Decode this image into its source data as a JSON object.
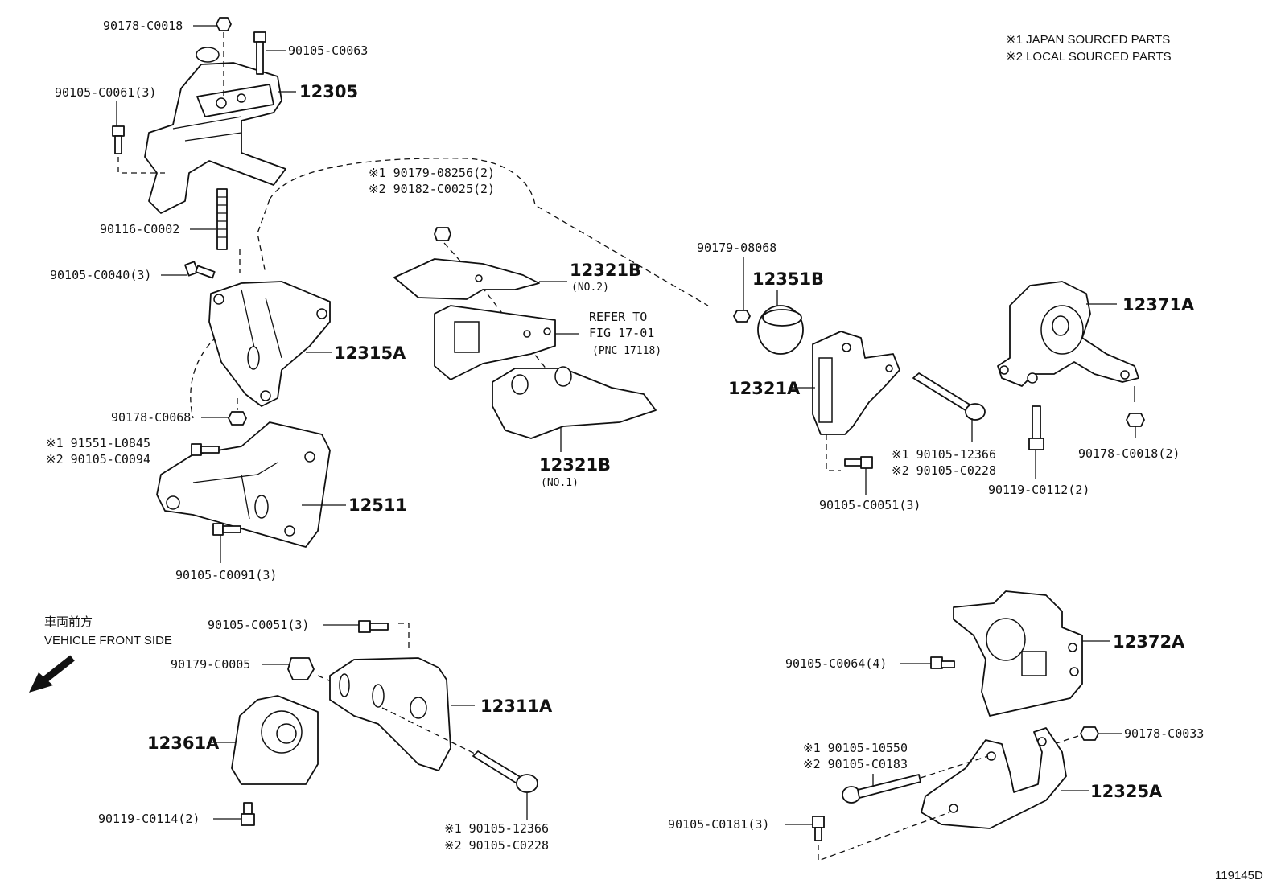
{
  "legend": {
    "line1": "※1 JAPAN SOURCED PARTS",
    "line2": "※2 LOCAL SOURCED PARTS"
  },
  "orientation": {
    "jp": "車両前方",
    "en": "VEHICLE FRONT SIDE"
  },
  "figure_id": "119145D",
  "labels": {
    "p90178_C0018": "90178-C0018",
    "p90105_C0063": "90105-C0063",
    "p90105_C0061": "90105-C0061(3)",
    "p12305": "12305",
    "p90116_C0002": "90116-C0002",
    "p90105_C0040": "90105-C0040(3)",
    "p12315A": "12315A",
    "p90178_C0068": "90178-C0068",
    "p91551_L0845": "※1 91551-L0845",
    "p90105_C0094": "※2 90105-C0094",
    "p12511": "12511",
    "p90105_C0091": "90105-C0091(3)",
    "p90179_08256": "※1 90179-08256(2)",
    "p90182_C0025": "※2 90182-C0025(2)",
    "p12321B_2": "12321B",
    "p12321B_2_sub": "(NO.2)",
    "refer1": "REFER TO",
    "refer2": "FIG 17-01",
    "refer3": "(PNC 17118)",
    "p12321B_1": "12321B",
    "p12321B_1_sub": "(NO.1)",
    "p90179_08068": "90179-08068",
    "p12351B": "12351B",
    "p12321A": "12321A",
    "p90105_12366_a": "※1 90105-12366",
    "p90105_C0228_a": "※2 90105-C0228",
    "p90105_C0051_a": "90105-C0051(3)",
    "p12371A": "12371A",
    "p90178_C0018_2": "90178-C0018(2)",
    "p90119_C0112": "90119-C0112(2)",
    "p90105_C0051_b": "90105-C0051(3)",
    "p90179_C0005": "90179-C0005",
    "p12311A": "12311A",
    "p12361A": "12361A",
    "p90119_C0114": "90119-C0114(2)",
    "p90105_12366_b": "※1 90105-12366",
    "p90105_C0228_b": "※2 90105-C0228",
    "p12372A": "12372A",
    "p90105_C0064": "90105-C0064(4)",
    "p90178_C0033": "90178-C0033",
    "p90105_10550": "※1 90105-10550",
    "p90105_C0183": "※2 90105-C0183",
    "p12325A": "12325A",
    "p90105_C0181": "90105-C0181(3)"
  }
}
